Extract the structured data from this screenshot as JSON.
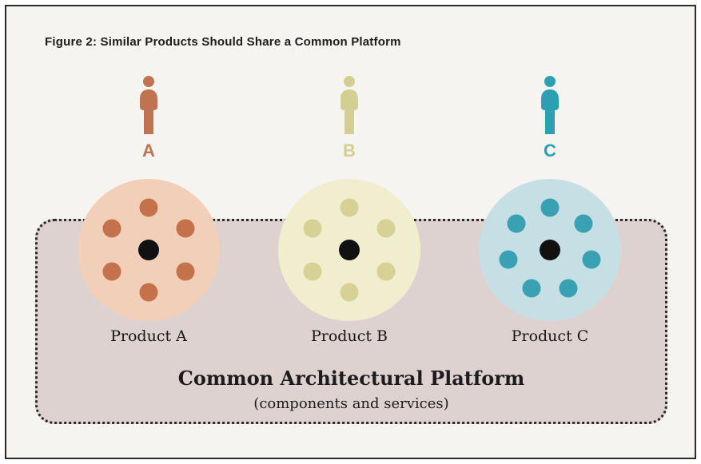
{
  "figure_title": "Figure 2: Similar Products Should Share a Common Platform",
  "users": [
    {
      "label": "A",
      "color": "#bf7350"
    },
    {
      "label": "B",
      "color": "#d3cf93"
    },
    {
      "label": "C",
      "color": "#2d9fb3"
    }
  ],
  "products": [
    {
      "label": "Product A",
      "circle_color": "#f2cfb8",
      "dot_color": "#c4724b",
      "center_dot_color": "#111111",
      "dots": [
        [
          50,
          20
        ],
        [
          76,
          35
        ],
        [
          76,
          65
        ],
        [
          50,
          80
        ],
        [
          24,
          65
        ],
        [
          24,
          35
        ]
      ]
    },
    {
      "label": "Product B",
      "circle_color": "#f0eecf",
      "dot_color": "#d6d194",
      "center_dot_color": "#111111",
      "dots": [
        [
          50,
          20
        ],
        [
          76,
          35
        ],
        [
          76,
          65
        ],
        [
          50,
          80
        ],
        [
          24,
          65
        ],
        [
          24,
          35
        ]
      ]
    },
    {
      "label": "Product C",
      "circle_color": "#c6dfe5",
      "dot_color": "#3aa0b3",
      "center_dot_color": "#111111",
      "dots": [
        [
          50,
          20
        ],
        [
          73.5,
          31.3
        ],
        [
          79.2,
          56.7
        ],
        [
          63,
          77
        ],
        [
          37,
          77
        ],
        [
          20.8,
          56.7
        ],
        [
          26.5,
          31.3
        ]
      ]
    }
  ],
  "platform": {
    "title": "Common Architectural Platform",
    "subtitle": "(components and services)",
    "fill": "#ddd2d0",
    "border_color": "#2a2a2a"
  }
}
